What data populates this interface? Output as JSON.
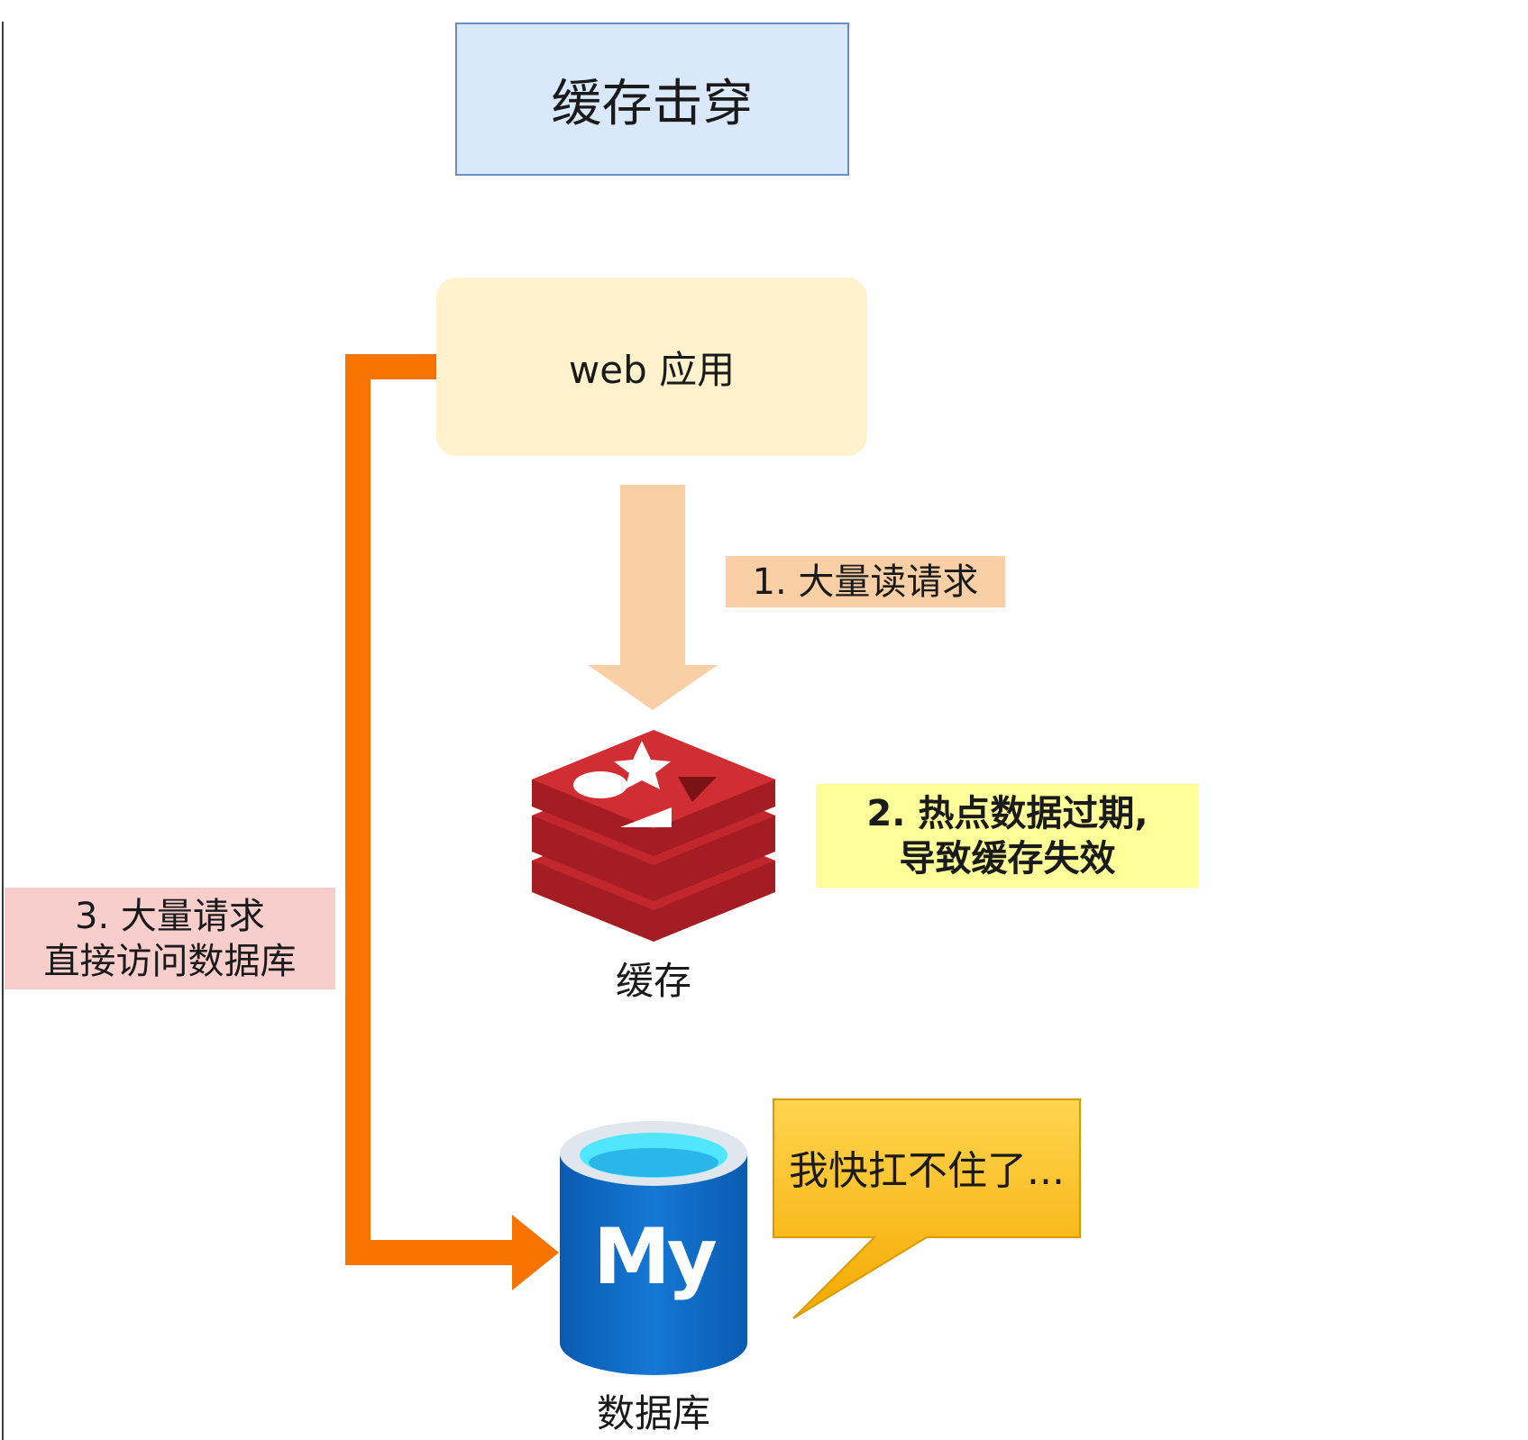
{
  "title": "缓存击穿",
  "web_app": {
    "label": "web 应用"
  },
  "step1": {
    "label": "1. 大量读请求"
  },
  "step2": {
    "line1": "2. 热点数据过期,",
    "line2": "导致缓存失效"
  },
  "step3": {
    "line1": "3. 大量请求",
    "line2": "直接访问数据库"
  },
  "cache": {
    "label": "缓存",
    "icon": "redis-icon"
  },
  "database": {
    "label": "数据库",
    "icon": "mysql-icon",
    "logo_text": "My"
  },
  "speech_bubble": {
    "text": "我快扛不住了..."
  },
  "colors": {
    "title_fill": "#dae8fc",
    "title_stroke": "#6c8ebf",
    "web_fill": "#fff2cc",
    "read_arrow": "#fbcfa5",
    "direct_arrow": "#f97300",
    "redis_red": "#c1272d",
    "db_blue": "#0d6fce",
    "db_top": "#50e6ff",
    "bubble_fill": "#ffc21a",
    "bubble_stroke": "#d79b00"
  }
}
